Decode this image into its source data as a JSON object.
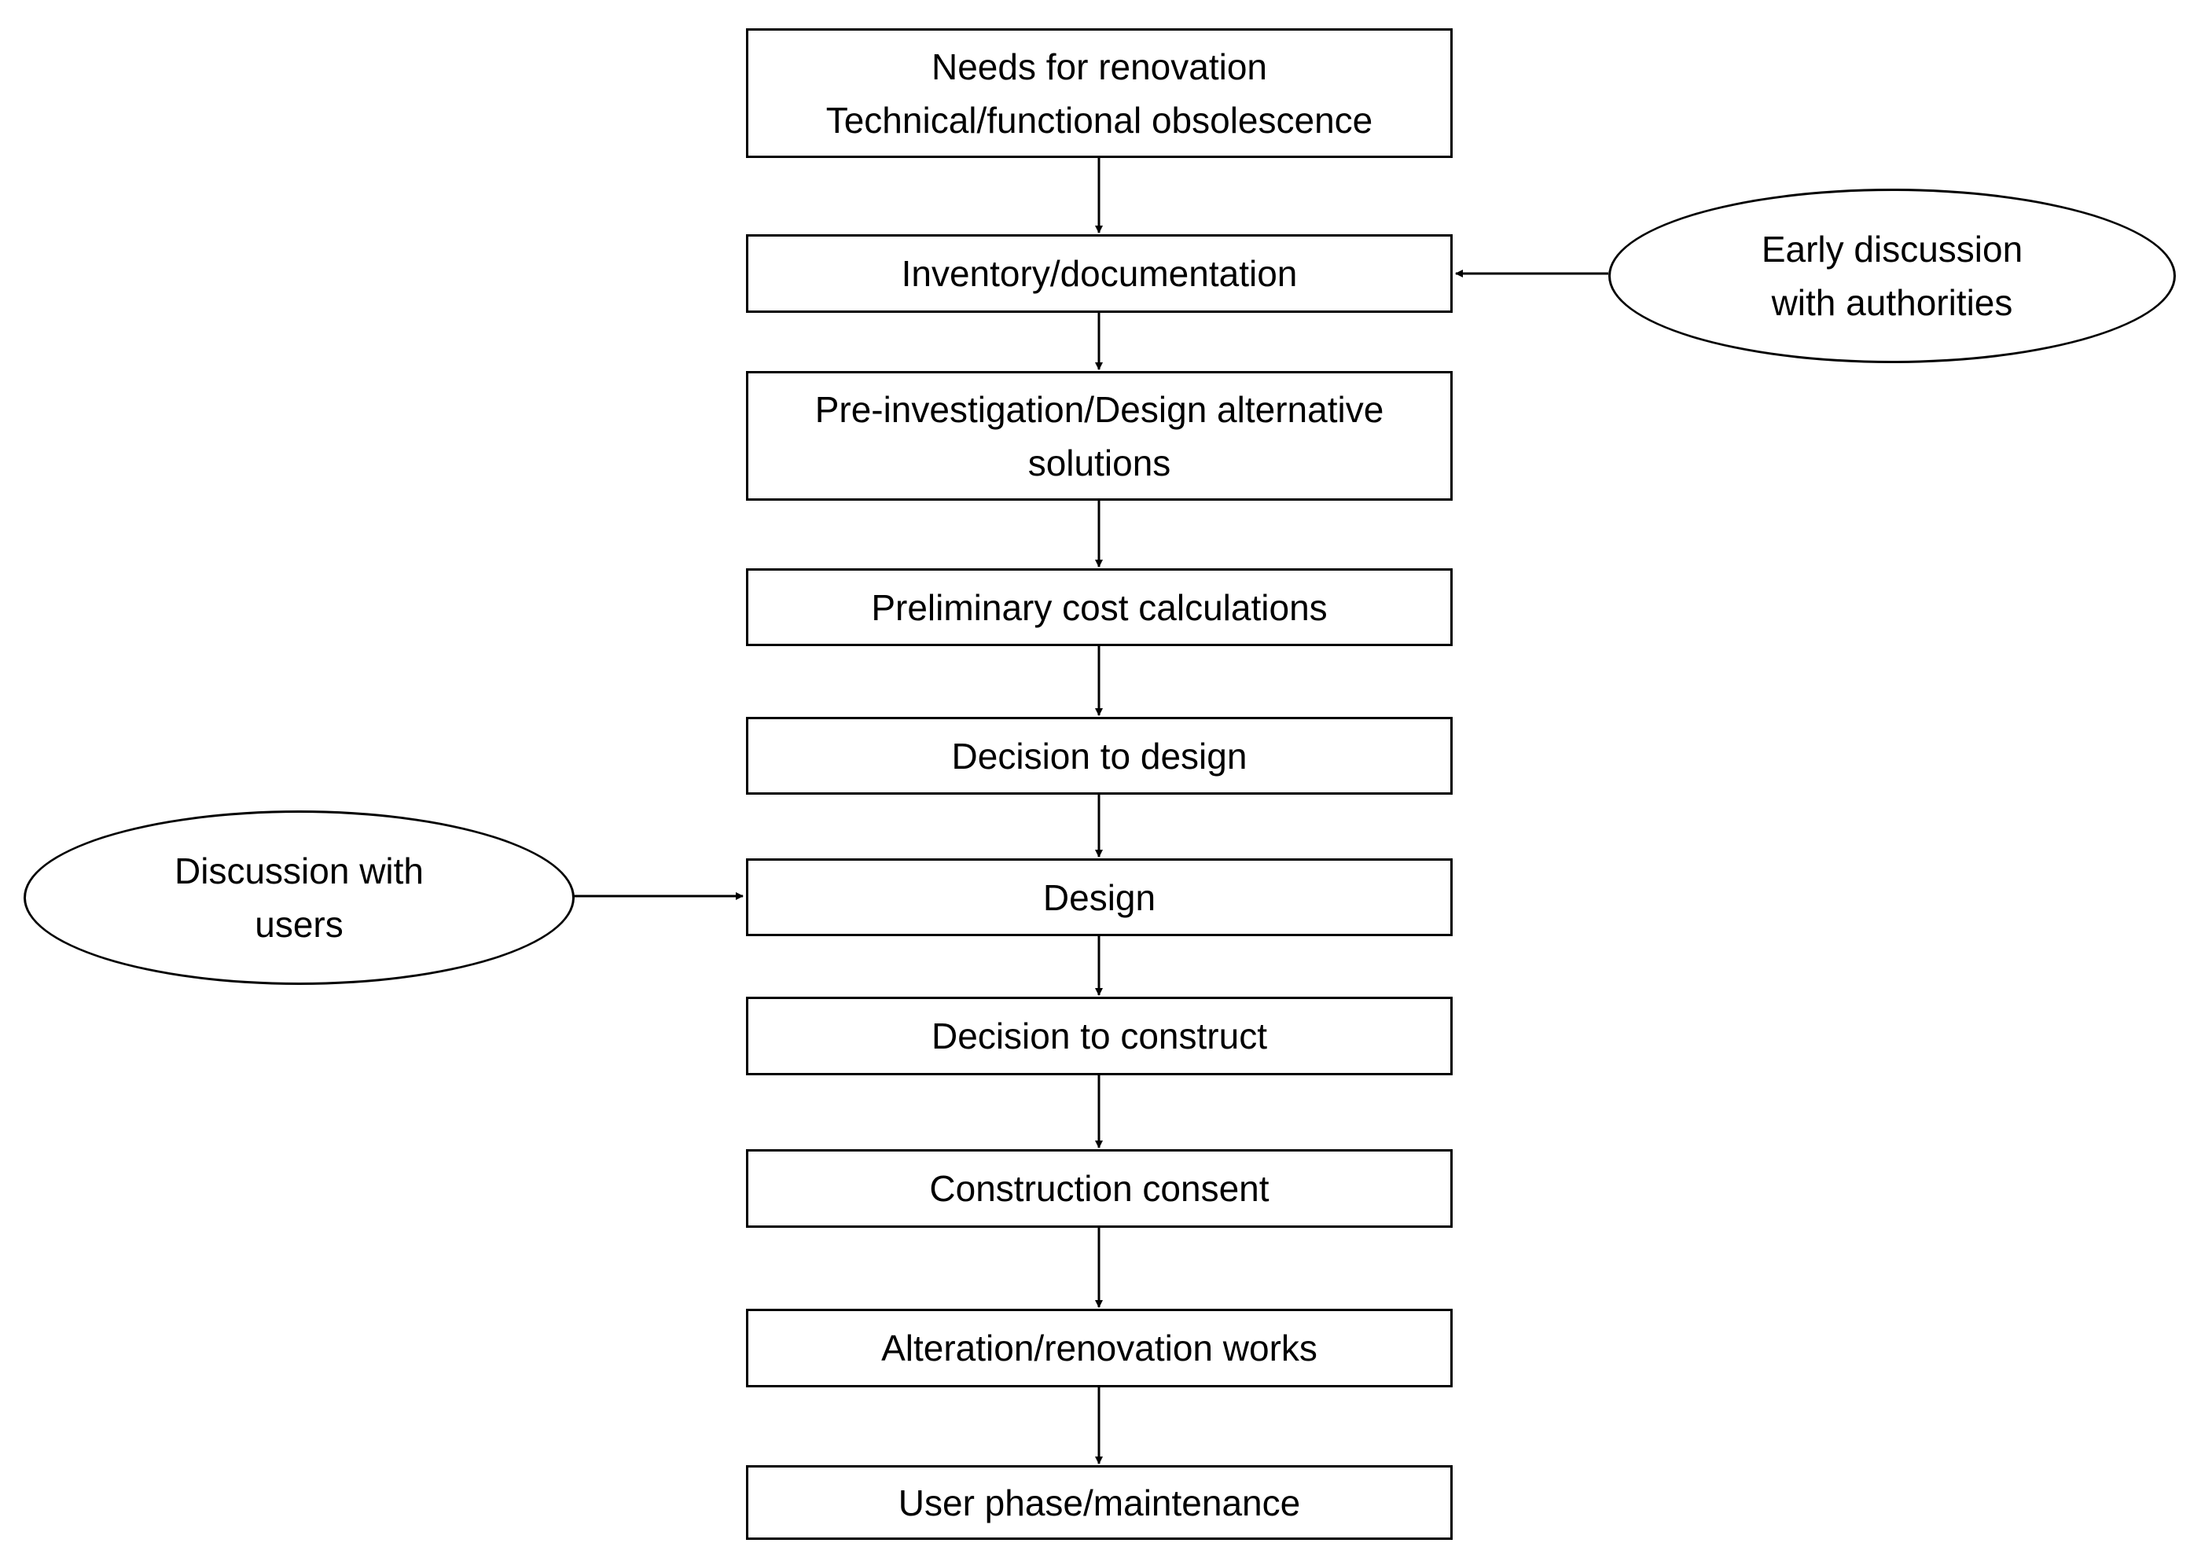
{
  "steps": [
    {
      "id": "needs-for-renovation",
      "lines": [
        "Needs for renovation",
        "Technical/functional obsolescence"
      ]
    },
    {
      "id": "inventory-documentation",
      "lines": [
        "Inventory/documentation"
      ]
    },
    {
      "id": "pre-investigation",
      "lines": [
        "Pre-investigation/Design alternative",
        "solutions"
      ]
    },
    {
      "id": "preliminary-cost-calculations",
      "lines": [
        "Preliminary cost calculations"
      ]
    },
    {
      "id": "decision-to-design",
      "lines": [
        "Decision to design"
      ]
    },
    {
      "id": "design",
      "lines": [
        "Design"
      ]
    },
    {
      "id": "decision-to-construct",
      "lines": [
        "Decision to construct"
      ]
    },
    {
      "id": "construction-consent",
      "lines": [
        "Construction consent"
      ]
    },
    {
      "id": "alteration-renovation-works",
      "lines": [
        "Alteration/renovation works"
      ]
    },
    {
      "id": "user-phase-maintenance",
      "lines": [
        "User phase/maintenance"
      ]
    }
  ],
  "side_inputs": [
    {
      "id": "early-discussion-authorities",
      "lines": [
        "Early discussion",
        "with authorities"
      ],
      "target": "inventory-documentation"
    },
    {
      "id": "discussion-with-users",
      "lines": [
        "Discussion with",
        "users"
      ],
      "target": "design"
    }
  ],
  "colors": {
    "stroke": "#000000",
    "fill": "#ffffff",
    "text": "#000000"
  }
}
